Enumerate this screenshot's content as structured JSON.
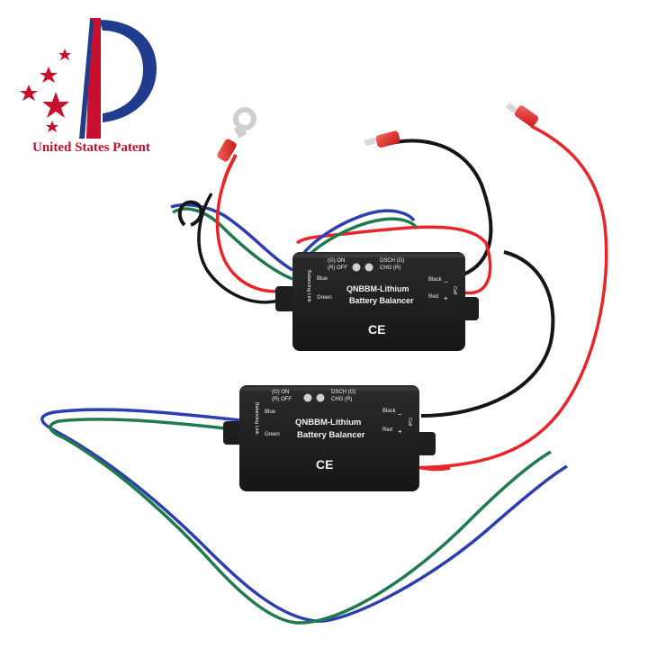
{
  "logo": {
    "text": "United States Patent",
    "colors": {
      "red": "#c8102e",
      "blue": "#1f3d8c"
    }
  },
  "modules": [
    {
      "model": "QNBBM-Lithium",
      "subtitle": "Battery Balancer",
      "led_left": [
        "(G) ON",
        "(R) OFF"
      ],
      "led_right": [
        "DSCH (G)",
        "CHG (R)"
      ],
      "link_label": "Balancing Link",
      "wire_labels_left": [
        "Blue",
        "Green"
      ],
      "wire_labels_right": [
        "Black",
        "Red"
      ],
      "cell_label": "Cell",
      "polarity": [
        "−",
        "+"
      ],
      "mark": "CE"
    },
    {
      "model": "QNBBM-Lithium",
      "subtitle": "Battery Balancer",
      "led_left": [
        "(G) ON",
        "(R) OFF"
      ],
      "led_right": [
        "DSCH (G)",
        "CHG (R)"
      ],
      "link_label": "Balancing Link",
      "wire_labels_left": [
        "Blue",
        "Green"
      ],
      "wire_labels_right": [
        "Black",
        "Red"
      ],
      "cell_label": "Cell",
      "polarity": [
        "−",
        "+"
      ],
      "mark": "CE"
    }
  ],
  "wire_colors": {
    "red": "#e8262a",
    "black": "#151515",
    "blue": "#2d3fb0",
    "green": "#1f7a4e"
  }
}
